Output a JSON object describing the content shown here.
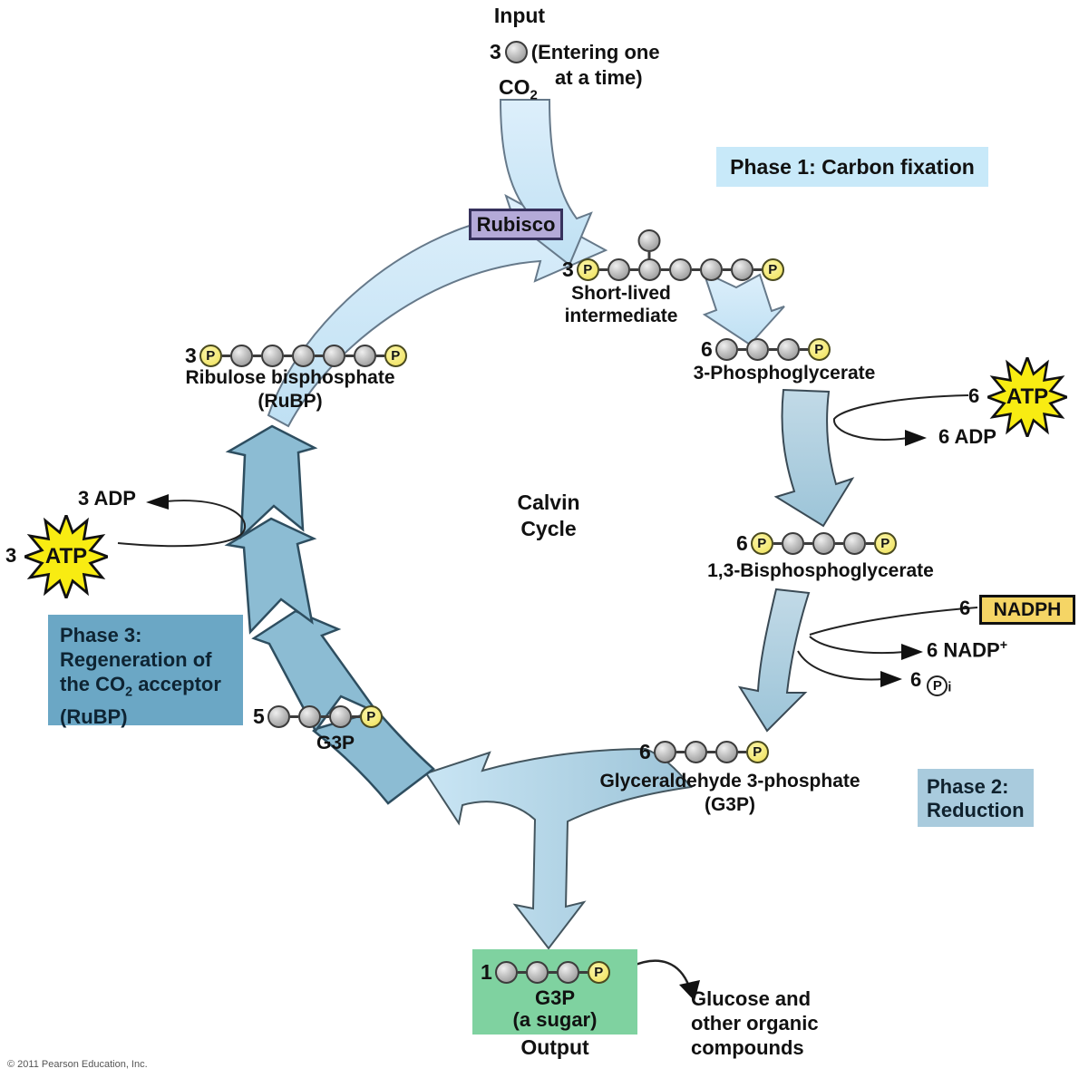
{
  "copyright": "© 2011 Pearson Education, Inc.",
  "colors": {
    "pale_arrow": "#cde8f8",
    "steel_arrow": "#aecfdf",
    "chevron_arrow": "#8cbcd3",
    "phase1_bg": "#c8e9f9",
    "phase2_bg": "#a9cbdd",
    "phase3_bg": "#6ba7c5",
    "rubisco_bg": "#b4aad8",
    "nadph_bg": "#f5d565",
    "atp_star": "#f8ec12",
    "output_bg": "#7fd2a0",
    "phosphate": "#f0e45e",
    "carbon": "#a8a8a8"
  },
  "input": {
    "title": "Input",
    "count": "3",
    "note_line1": "(Entering one",
    "note_line2": "at a time)",
    "co2_base": "CO",
    "co2_sub": "2"
  },
  "phase1_label": "Phase 1: Carbon fixation",
  "rubisco_label": "Rubisco",
  "center": {
    "line1": "Calvin",
    "line2": "Cycle"
  },
  "p_letter": "P",
  "molecules": {
    "short_lived": {
      "count": "3",
      "tokens": [
        "P",
        "C",
        "CB",
        "C",
        "C",
        "C",
        "P"
      ],
      "label1": "Short-lived",
      "label2": "intermediate"
    },
    "pga": {
      "count": "6",
      "tokens": [
        "C",
        "C",
        "C",
        "P"
      ],
      "label1": "3-Phosphoglycerate"
    },
    "bpg": {
      "count": "6",
      "tokens": [
        "P",
        "C",
        "C",
        "C",
        "P"
      ],
      "label1": "1,3-Bisphosphoglycerate"
    },
    "g3p_right": {
      "count": "6",
      "tokens": [
        "C",
        "C",
        "C",
        "P"
      ],
      "label1": "Glyceraldehyde 3-phosphate",
      "label2": "(G3P)"
    },
    "g3p_left": {
      "count": "5",
      "tokens": [
        "C",
        "C",
        "C",
        "P"
      ],
      "label1": "G3P"
    },
    "rubp": {
      "count": "3",
      "tokens": [
        "P",
        "C",
        "C",
        "C",
        "C",
        "C",
        "P"
      ],
      "label1": "Ribulose bisphosphate",
      "label2": "(RuBP)"
    },
    "output_mol": {
      "count": "1",
      "tokens": [
        "C",
        "C",
        "C",
        "P"
      ]
    },
    "co2_ball": {
      "tokens": [
        "C"
      ]
    }
  },
  "right_side": {
    "atp_count": "6",
    "atp_label": "ATP",
    "adp_label": "6 ADP",
    "nadph_count": "6",
    "nadph_label": "NADPH",
    "nadp_base": "6 NADP",
    "nadp_sup": "+",
    "pi_count": "6",
    "pi_letter": "P",
    "pi_sub": "i"
  },
  "left_side": {
    "adp_label": "3 ADP",
    "atp_count": "3",
    "atp_label": "ATP"
  },
  "phase2": {
    "line1": "Phase 2:",
    "line2": "Reduction"
  },
  "phase3": {
    "line1": "Phase 3:",
    "line2": "Regeneration of",
    "line3_base": "the CO",
    "line3_sub": "2",
    "line3_rest": " acceptor",
    "line4": "(RuBP)"
  },
  "output": {
    "mol_label1": "G3P",
    "mol_label2": "(a sugar)",
    "caption": "Output",
    "glucose_line1": "Glucose and",
    "glucose_line2": "other organic",
    "glucose_line3": "compounds"
  }
}
